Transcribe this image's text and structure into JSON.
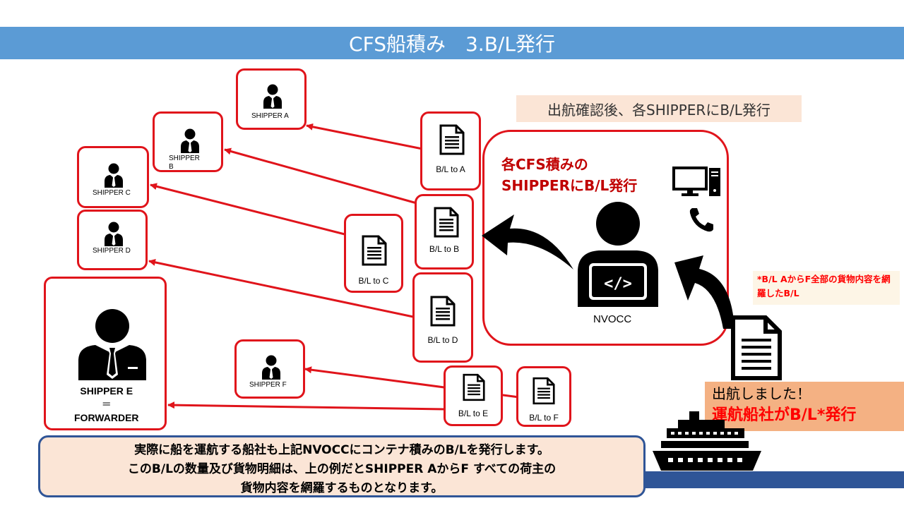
{
  "title": "CFS船積み　3.B/L発行",
  "note_top": "出航確認後、各SHIPPERにB/L発行",
  "nvocc": {
    "title_line1": "各CFS積みの",
    "title_line2": "SHIPPERにB/L発行",
    "label": "NVOCC"
  },
  "shippers": {
    "a": "SHIPPER A",
    "b_line1": "SHIPPER",
    "b_line2": "B",
    "c": "SHIPPER C",
    "d": "SHIPPER D",
    "e_line1": "SHIPPER E",
    "e_line2": "＝",
    "e_line3": "FORWARDER",
    "f": "SHIPPER F"
  },
  "bl_docs": {
    "a": "B/L to A",
    "b": "B/L to B",
    "c": "B/L to C",
    "d": "B/L to D",
    "e": "B/L to E",
    "f": "B/L to F"
  },
  "side_note": "*B/L AからF全部の貨物内容を網羅したB/L",
  "departure": {
    "line1": "出航しました！",
    "line2": "運航船社がB/L*発行"
  },
  "bottom_note": {
    "line1": "実際に船を運航する船社も上記NVOCCにコンテナ積みのB/Lを発行します。",
    "line2": "このB/Lの数量及び貨物明細は、上の例だとSHIPPER AからF すべての荷主の",
    "line3": "貨物内容を網羅するものとなります。"
  },
  "colors": {
    "title_bar": "#5b9bd5",
    "box_border": "#e0141b",
    "arrow": "#e0141b",
    "accent_text": "#c00000",
    "note_bg": "#fbe5d6",
    "departure_bg": "#f4b183",
    "note_border": "#2f5597"
  }
}
